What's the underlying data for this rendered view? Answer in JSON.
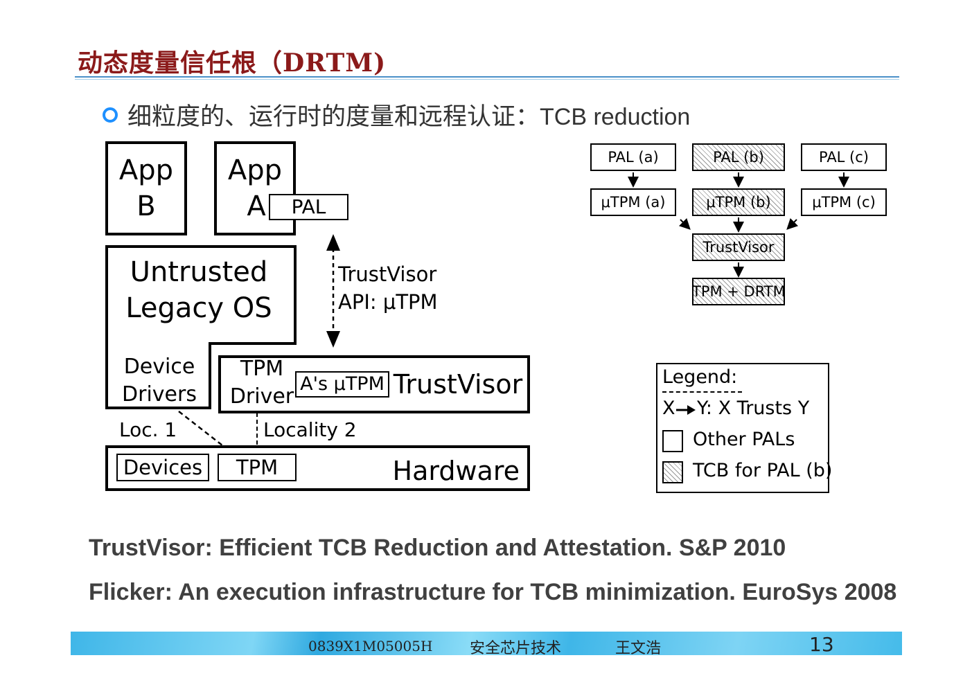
{
  "slide": {
    "title": "动态度量信任根（DRTM)",
    "bullet_zh": "细粒度的、运行时的度量和远程认证：",
    "bullet_en": "TCB reduction"
  },
  "left_diagram": {
    "app_b_line1": "App",
    "app_b_line2": "B",
    "app_a_line1": "App",
    "app_a_line2": "A",
    "pal": "PAL",
    "os_line1": "Untrusted",
    "os_line2": "Legacy OS",
    "drivers_line1": "Device",
    "drivers_line2": "Drivers",
    "tpm_driver_line1": "TPM",
    "tpm_driver_line2": "Driver",
    "a_utpm": "A's μTPM",
    "trustvisor": "TrustVisor",
    "api_line1": "TrustVisor",
    "api_line2": "API: μTPM",
    "loc1": "Loc. 1",
    "loc2": "Locality 2",
    "devices": "Devices",
    "tpm": "TPM",
    "hardware": "Hardware"
  },
  "right_diagram": {
    "pal_a": "PAL (a)",
    "pal_b": "PAL (b)",
    "pal_c": "PAL (c)",
    "utpm_a": "μTPM (a)",
    "utpm_b": "μTPM (b)",
    "utpm_c": "μTPM (c)",
    "trustvisor": "TrustVisor",
    "tpm_drtm": "TPM + DRTM"
  },
  "legend": {
    "title": "Legend:",
    "trust": "Y: X Trusts Y",
    "trust_x": "X",
    "other": "Other PALs",
    "tcb": "TCB for PAL (b)"
  },
  "references": [
    "TrustVisor: Efficient TCB Reduction and Attestation. S&P 2010",
    "Flicker: An execution infrastructure for TCB minimization. EuroSys 2008"
  ],
  "footer": {
    "code": "0839X1M05005H",
    "course": "安全芯片技术",
    "author": "王文浩",
    "page": "13"
  },
  "colors": {
    "title": "#8b1a1a",
    "rule": "#4a90c8",
    "bullet_mark": "#1e90ff",
    "footer_band": "#3fb6e8"
  }
}
